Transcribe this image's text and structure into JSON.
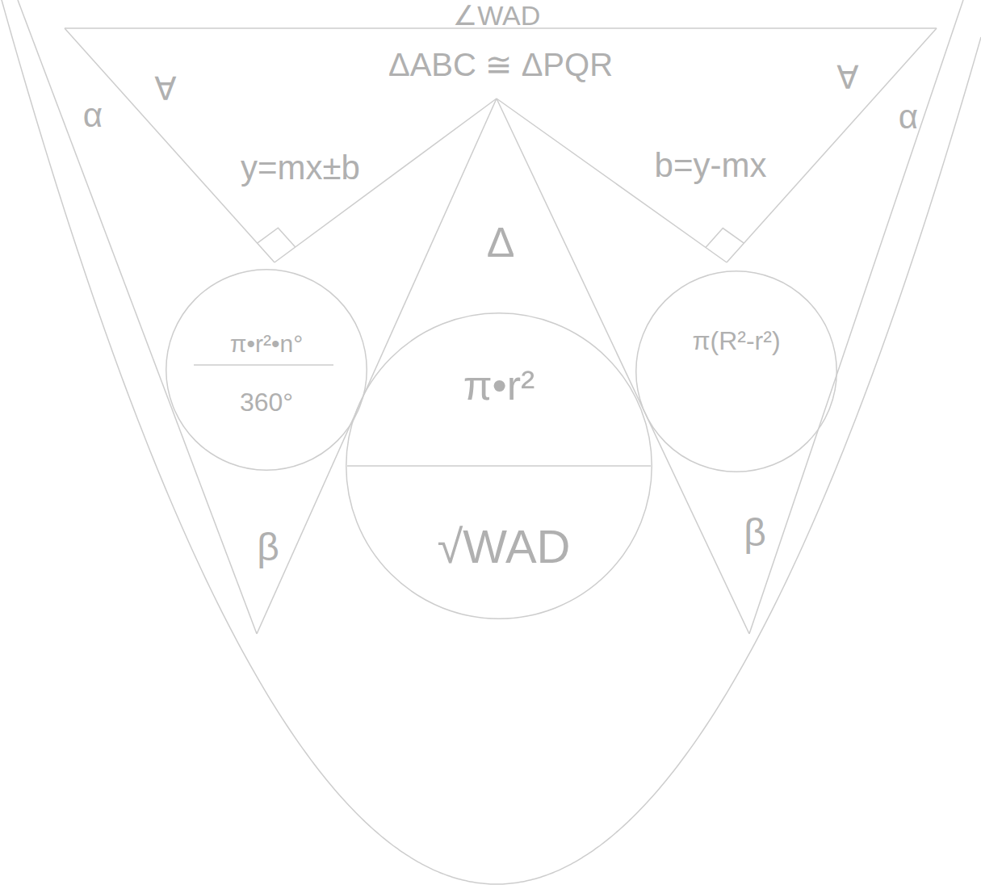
{
  "diagram": {
    "nodes": [
      {
        "text": [
          "π•r²•n°",
          "360°"
        ]
      },
      {
        "text": [
          "π•r²",
          "√WAD"
        ]
      },
      {
        "text": [
          "π(R²-r²)"
        ]
      }
    ],
    "labels": [
      "∠WAD",
      "ΔABC ≅ ΔPQR",
      "∀",
      "∀",
      "α",
      "α",
      "y=mx±b",
      "b=y-mx",
      "Δ",
      "β",
      "β"
    ]
  }
}
